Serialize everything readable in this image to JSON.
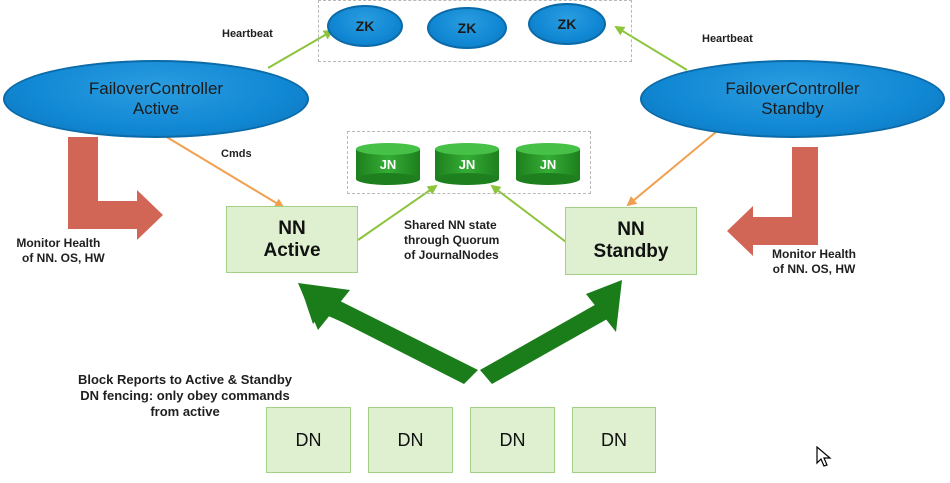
{
  "zookeeper": [
    "ZK",
    "ZK",
    "ZK"
  ],
  "failover": {
    "active": "FailoverController\nActive",
    "standby": "FailoverController\nStandby"
  },
  "labels": {
    "heartbeat_left": "Heartbeat",
    "heartbeat_right": "Heartbeat",
    "cmds": "Cmds",
    "monitor_left_1": "Monitor Health",
    "monitor_left_2": "of NN. OS, HW",
    "monitor_right_1": "Monitor Health",
    "monitor_right_2": "of NN. OS, HW",
    "shared_1": "Shared NN state",
    "shared_2": "through Quorum",
    "shared_3": "of JournalNodes",
    "block_1": "Block Reports to Active & Standby",
    "block_2": "DN fencing: only obey commands",
    "block_3": "from active"
  },
  "journalnodes": [
    "JN",
    "JN",
    "JN"
  ],
  "namenodes": {
    "active": "NN\nActive",
    "standby": "NN\nStandby"
  },
  "datanodes": [
    "DN",
    "DN",
    "DN",
    "DN"
  ],
  "colors": {
    "zk_blue": "#1188d4",
    "box_green": "#dff0d0",
    "jn_green": "#2e9e2e",
    "heartbeat_arrow": "#8cc43c",
    "cmds_arrow": "#f0a050",
    "monitor_arrow": "#d26656",
    "report_arrow": "#1a7d1a"
  }
}
